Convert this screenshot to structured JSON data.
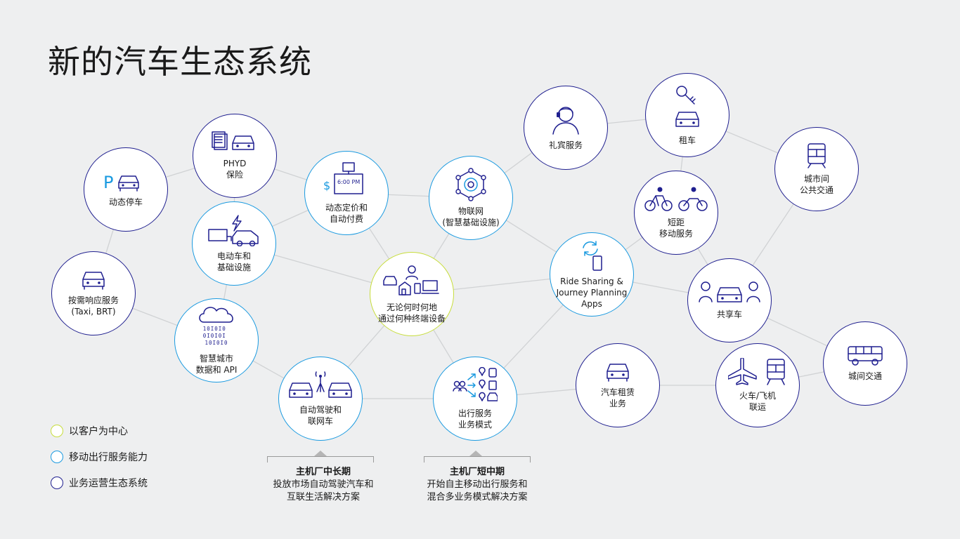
{
  "title": "新的汽车生态系统",
  "nodes": {
    "dynamic_parking": "动态停车",
    "phyd": "PHYD\n保险",
    "dynamic_pricing": "动态定价和\n自动付费",
    "dynamic_pricing_time": "6:00 PM",
    "iot": "物联网\n(智慧基础设施)",
    "concierge": "礼宾服务",
    "rental": "租车",
    "intercity_transit": "城市间\n公共交通",
    "ev": "电动车和\n基础设施",
    "short_mobility": "短距\n移动服务",
    "ride_sharing": "Ride Sharing &\nJourney Planning\nApps",
    "on_demand": "按需响应服务\n(Taxi, BRT)",
    "center": "无论何时何地\n通过何种终端设备",
    "car_sharing": "共享车",
    "smart_city": "智慧城市\n数据和 API",
    "smart_city_bits": "10I0I0\n0I0I0I\n10I0I0",
    "autonomous": "自动驾驶和\n联网车",
    "mobility_service": "出行服务\n业务模式",
    "car_leasing": "汽车租赁\n业务",
    "rail_air": "火车/飞机\n联运",
    "intercity": "城间交通"
  },
  "legend": [
    {
      "label": "以客户为中心",
      "color": "#c7dd3b"
    },
    {
      "label": "移动出行服务能力",
      "color": "#1a9ae0"
    },
    {
      "label": "业务运营生态系统",
      "color": "#1f1f8f"
    }
  ],
  "phases": [
    {
      "head": "主机厂中长期",
      "desc": "投放市场自动驾驶汽车和\n互联生活解决方案"
    },
    {
      "head": "主机厂短中期",
      "desc": "开始自主移动出行服务和\n混合多业务模式解决方案"
    }
  ],
  "colors": {
    "green": "#c7dd3b",
    "blue": "#1a9ae0",
    "navy": "#1f1f8f",
    "link": "#d0d2d4"
  }
}
